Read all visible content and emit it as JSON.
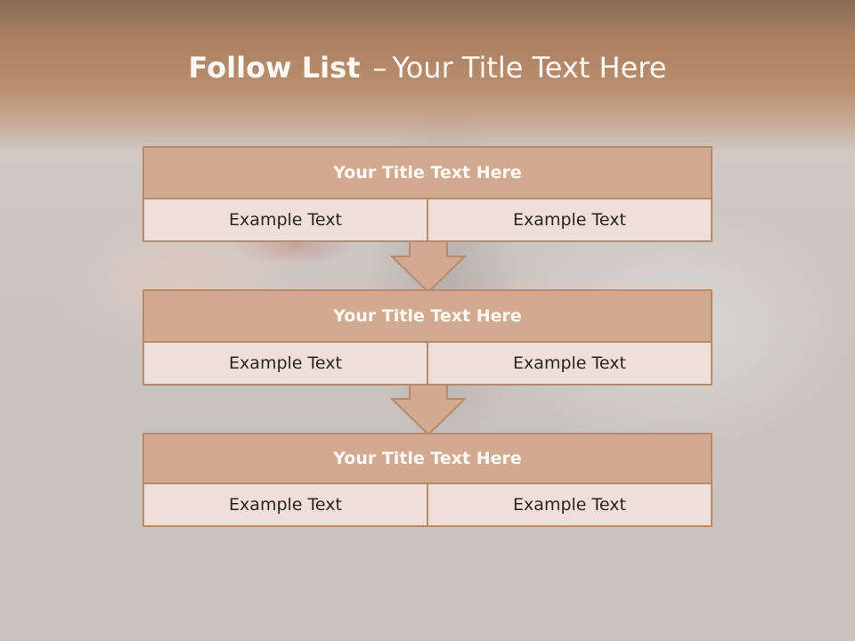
{
  "slide": {
    "title_bold": "Follow List",
    "title_dash": "–",
    "title_rest": "Your Title Text Here"
  },
  "blocks": [
    {
      "title": "Your Title Text Here",
      "left": "Example Text",
      "right": "Example Text"
    },
    {
      "title": "Your Title Text Here",
      "left": "Example Text",
      "right": "Example Text"
    },
    {
      "title": "Your Title Text Here",
      "left": "Example Text",
      "right": "Example Text"
    }
  ],
  "colors": {
    "accent": "#d1aa90",
    "border": "#b98a6a",
    "cell_bg": "#eee0d9"
  },
  "icons": [
    "down-arrow-icon",
    "down-arrow-icon"
  ]
}
